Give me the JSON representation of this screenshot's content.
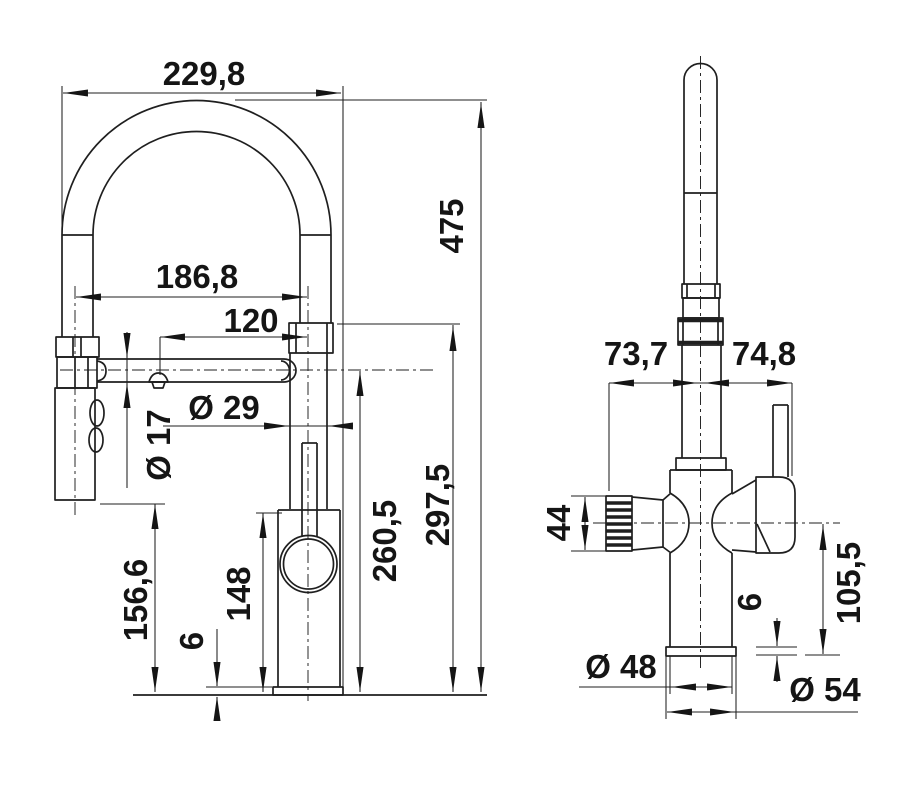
{
  "drawing": {
    "front_view": {
      "dims": {
        "total_width": "229,8",
        "total_height": "475",
        "spout_reach": "186,8",
        "nozzle_offset": "120",
        "column_diameter": "Ø 29",
        "spout_tube_diameter": "Ø 17",
        "spray_head_clearance": "156,6",
        "body_height": "148",
        "base_plate_height": "6",
        "spout_centre_height": "260,5",
        "holder_top_height": "297,5"
      }
    },
    "side_view": {
      "dims": {
        "offset_front": "73,7",
        "offset_back": "74,8",
        "knob_height": "44",
        "side_outlet_height": "105,5",
        "flange_height": "6",
        "body_diameter": "Ø 48",
        "base_diameter": "Ø 54"
      }
    }
  }
}
